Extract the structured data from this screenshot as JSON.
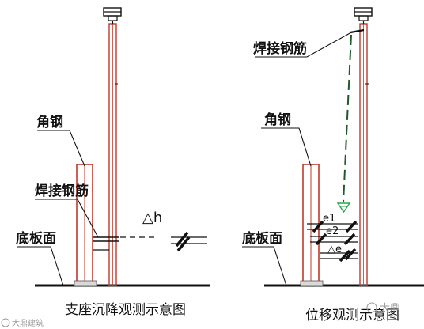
{
  "left": {
    "label_angle": "角钢",
    "label_weld": "焊接钢筋",
    "label_base": "底板面",
    "label_dh": "△h",
    "caption": "支座沉降观测示意图"
  },
  "right": {
    "label_weld": "焊接钢筋",
    "label_angle": "角钢",
    "label_base": "底板面",
    "label_e1": "e1",
    "label_e2": "e2",
    "label_de": "△e",
    "caption": "位移观测示意图"
  },
  "watermark": {
    "left": "大鼎建筑",
    "right": "大鼎"
  },
  "colors": {
    "pipe": "#c0392b",
    "line": "#111111",
    "dash_green": "#1e5a2c",
    "marker": "#2ea44f"
  }
}
